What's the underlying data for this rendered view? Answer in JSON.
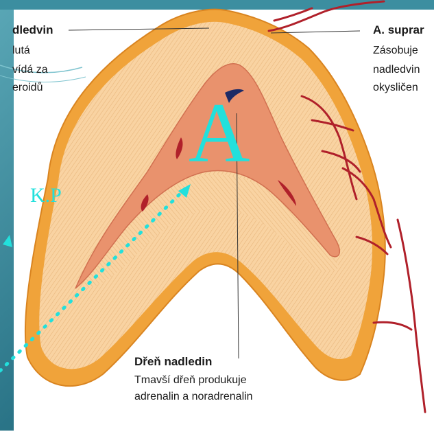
{
  "labels": {
    "cortex_title": "dledvin",
    "cortex_desc": [
      "lutá",
      "vídá za",
      "eroidů"
    ],
    "artery_title": "A. suprar",
    "artery_desc": [
      "Zásobuje",
      "nadledvin",
      "okysličen"
    ],
    "medulla_title": "Dřeň nadledin",
    "medulla_desc": [
      "Tmavší dřeň produkuje",
      "adrenalin a noradrenalin"
    ]
  },
  "overlay": {
    "big_letter": "A",
    "small_label": "K.P"
  },
  "colors": {
    "cortex": "#f6c991",
    "cortex_outer": "#f0a33a",
    "medulla": "#e9926d",
    "artery": "#b0202a",
    "annotation": "#22e0dc",
    "slide_bg": "#2f7f92"
  }
}
